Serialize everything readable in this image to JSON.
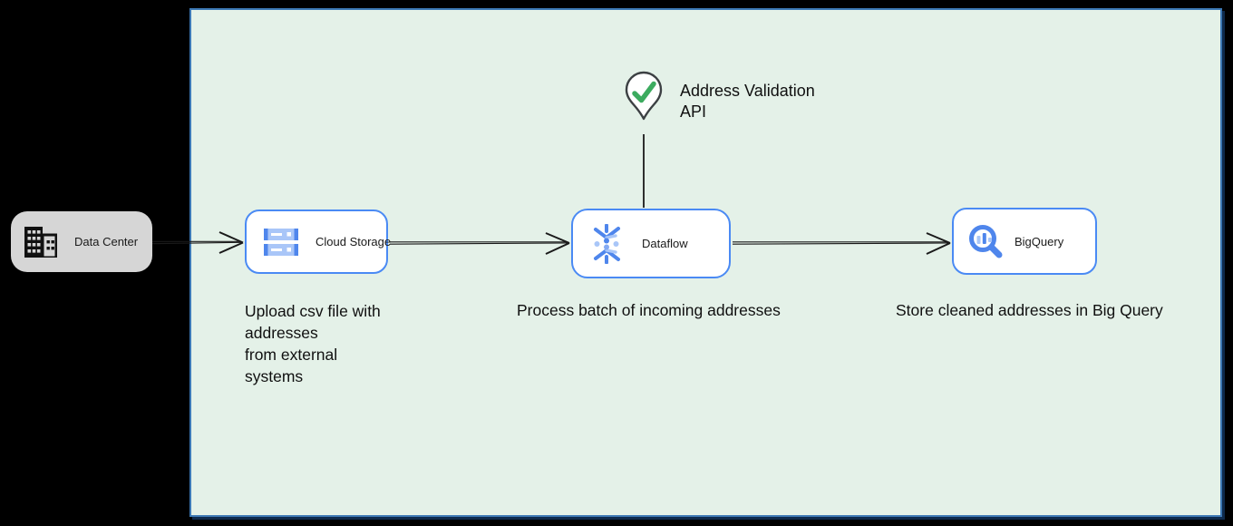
{
  "nodes": {
    "data_center": {
      "label": "Data Center",
      "icon": "building-icon"
    },
    "cloud_storage": {
      "label": "Cloud Storage",
      "icon": "cloud-storage-icon"
    },
    "dataflow": {
      "label": "Dataflow",
      "icon": "dataflow-icon"
    },
    "bigquery": {
      "label": "BigQuery",
      "icon": "bigquery-icon"
    }
  },
  "annotations": {
    "address_validation": {
      "line1": "Address Validation",
      "line2": "API",
      "icon": "checkmark-pin-icon"
    },
    "upload_caption": {
      "lines": [
        "Upload csv file with",
        "addresses",
        "from external",
        "systems"
      ]
    },
    "process_caption": "Process batch of incoming addresses",
    "store_caption": "Store cleaned addresses in Big Query"
  },
  "colors": {
    "canvas_background": "#000000",
    "boundary_fill": "#e4f1e8",
    "boundary_border": "#3c78b4",
    "node_fill": "#ffffff",
    "node_border": "#4a8af4",
    "datacenter_fill": "#d6d6d6",
    "arrow": "#1a1a1a",
    "check_green": "#3cab5f",
    "pin_outline": "#3c4043",
    "icon_blue": "#4f86ec",
    "icon_blue_light": "#a9c6f8"
  }
}
